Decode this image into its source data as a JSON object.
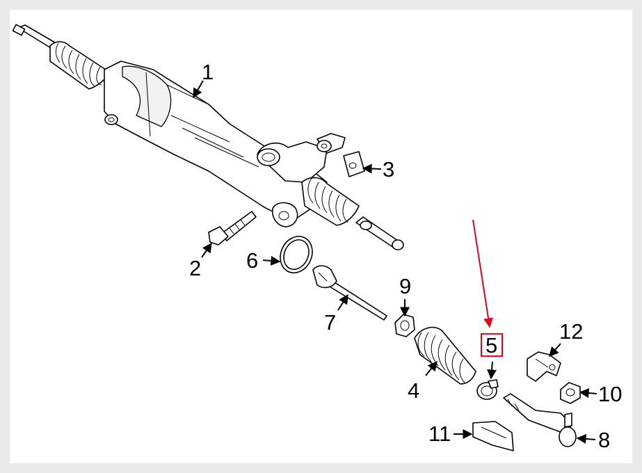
{
  "callouts": [
    {
      "id": "1",
      "label": "1"
    },
    {
      "id": "2",
      "label": "2"
    },
    {
      "id": "3",
      "label": "3"
    },
    {
      "id": "4",
      "label": "4"
    },
    {
      "id": "5",
      "label": "5"
    },
    {
      "id": "6",
      "label": "6"
    },
    {
      "id": "7",
      "label": "7"
    },
    {
      "id": "8",
      "label": "8"
    },
    {
      "id": "9",
      "label": "9"
    },
    {
      "id": "10",
      "label": "10"
    },
    {
      "id": "11",
      "label": "11"
    },
    {
      "id": "12",
      "label": "12"
    }
  ],
  "highlight": {
    "callout": "5",
    "color": "#e0001b"
  },
  "colors": {
    "line": "#000000",
    "background": "#ffffff",
    "frame": "#e9e9e9"
  }
}
